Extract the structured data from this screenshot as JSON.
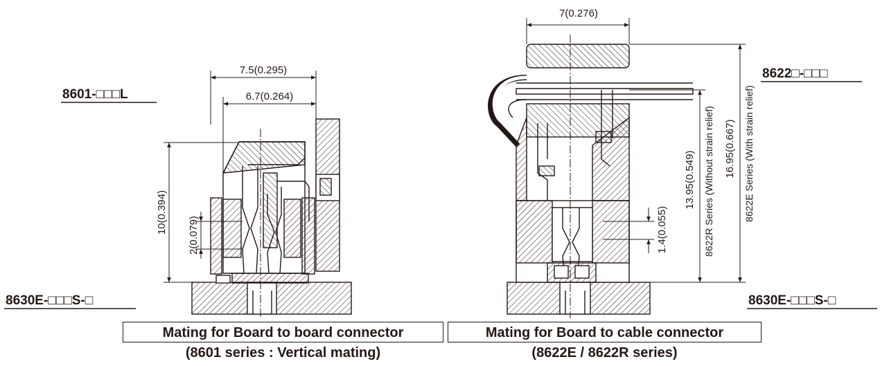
{
  "left_view": {
    "part_top": "8601-□□□L",
    "part_bottom": "8630E-□□□S-□",
    "dim_width_outer": "7.5(0.295)",
    "dim_width_inner": "6.7(0.264)",
    "dim_height": "10(0.394)",
    "dim_pitch": "2(0.079)",
    "caption": "Mating for Board to board connector",
    "subcaption": "(8601 series : Vertical mating)"
  },
  "right_view": {
    "part_top": "8622□-□□□",
    "part_bottom": "8630E-□□□S-□",
    "dim_width": "7(0.276)",
    "dim_small": "1.4(0.055)",
    "dim_height_r": "13.95(0.549)",
    "dim_height_r_note": "8622R Series (Without strain relief)",
    "dim_height_e": "16.95(0.667)",
    "dim_height_e_note": "8622E Series (With strain relief)",
    "caption": "Mating for Board to cable connector",
    "subcaption": "(8622E / 8622R series)"
  }
}
